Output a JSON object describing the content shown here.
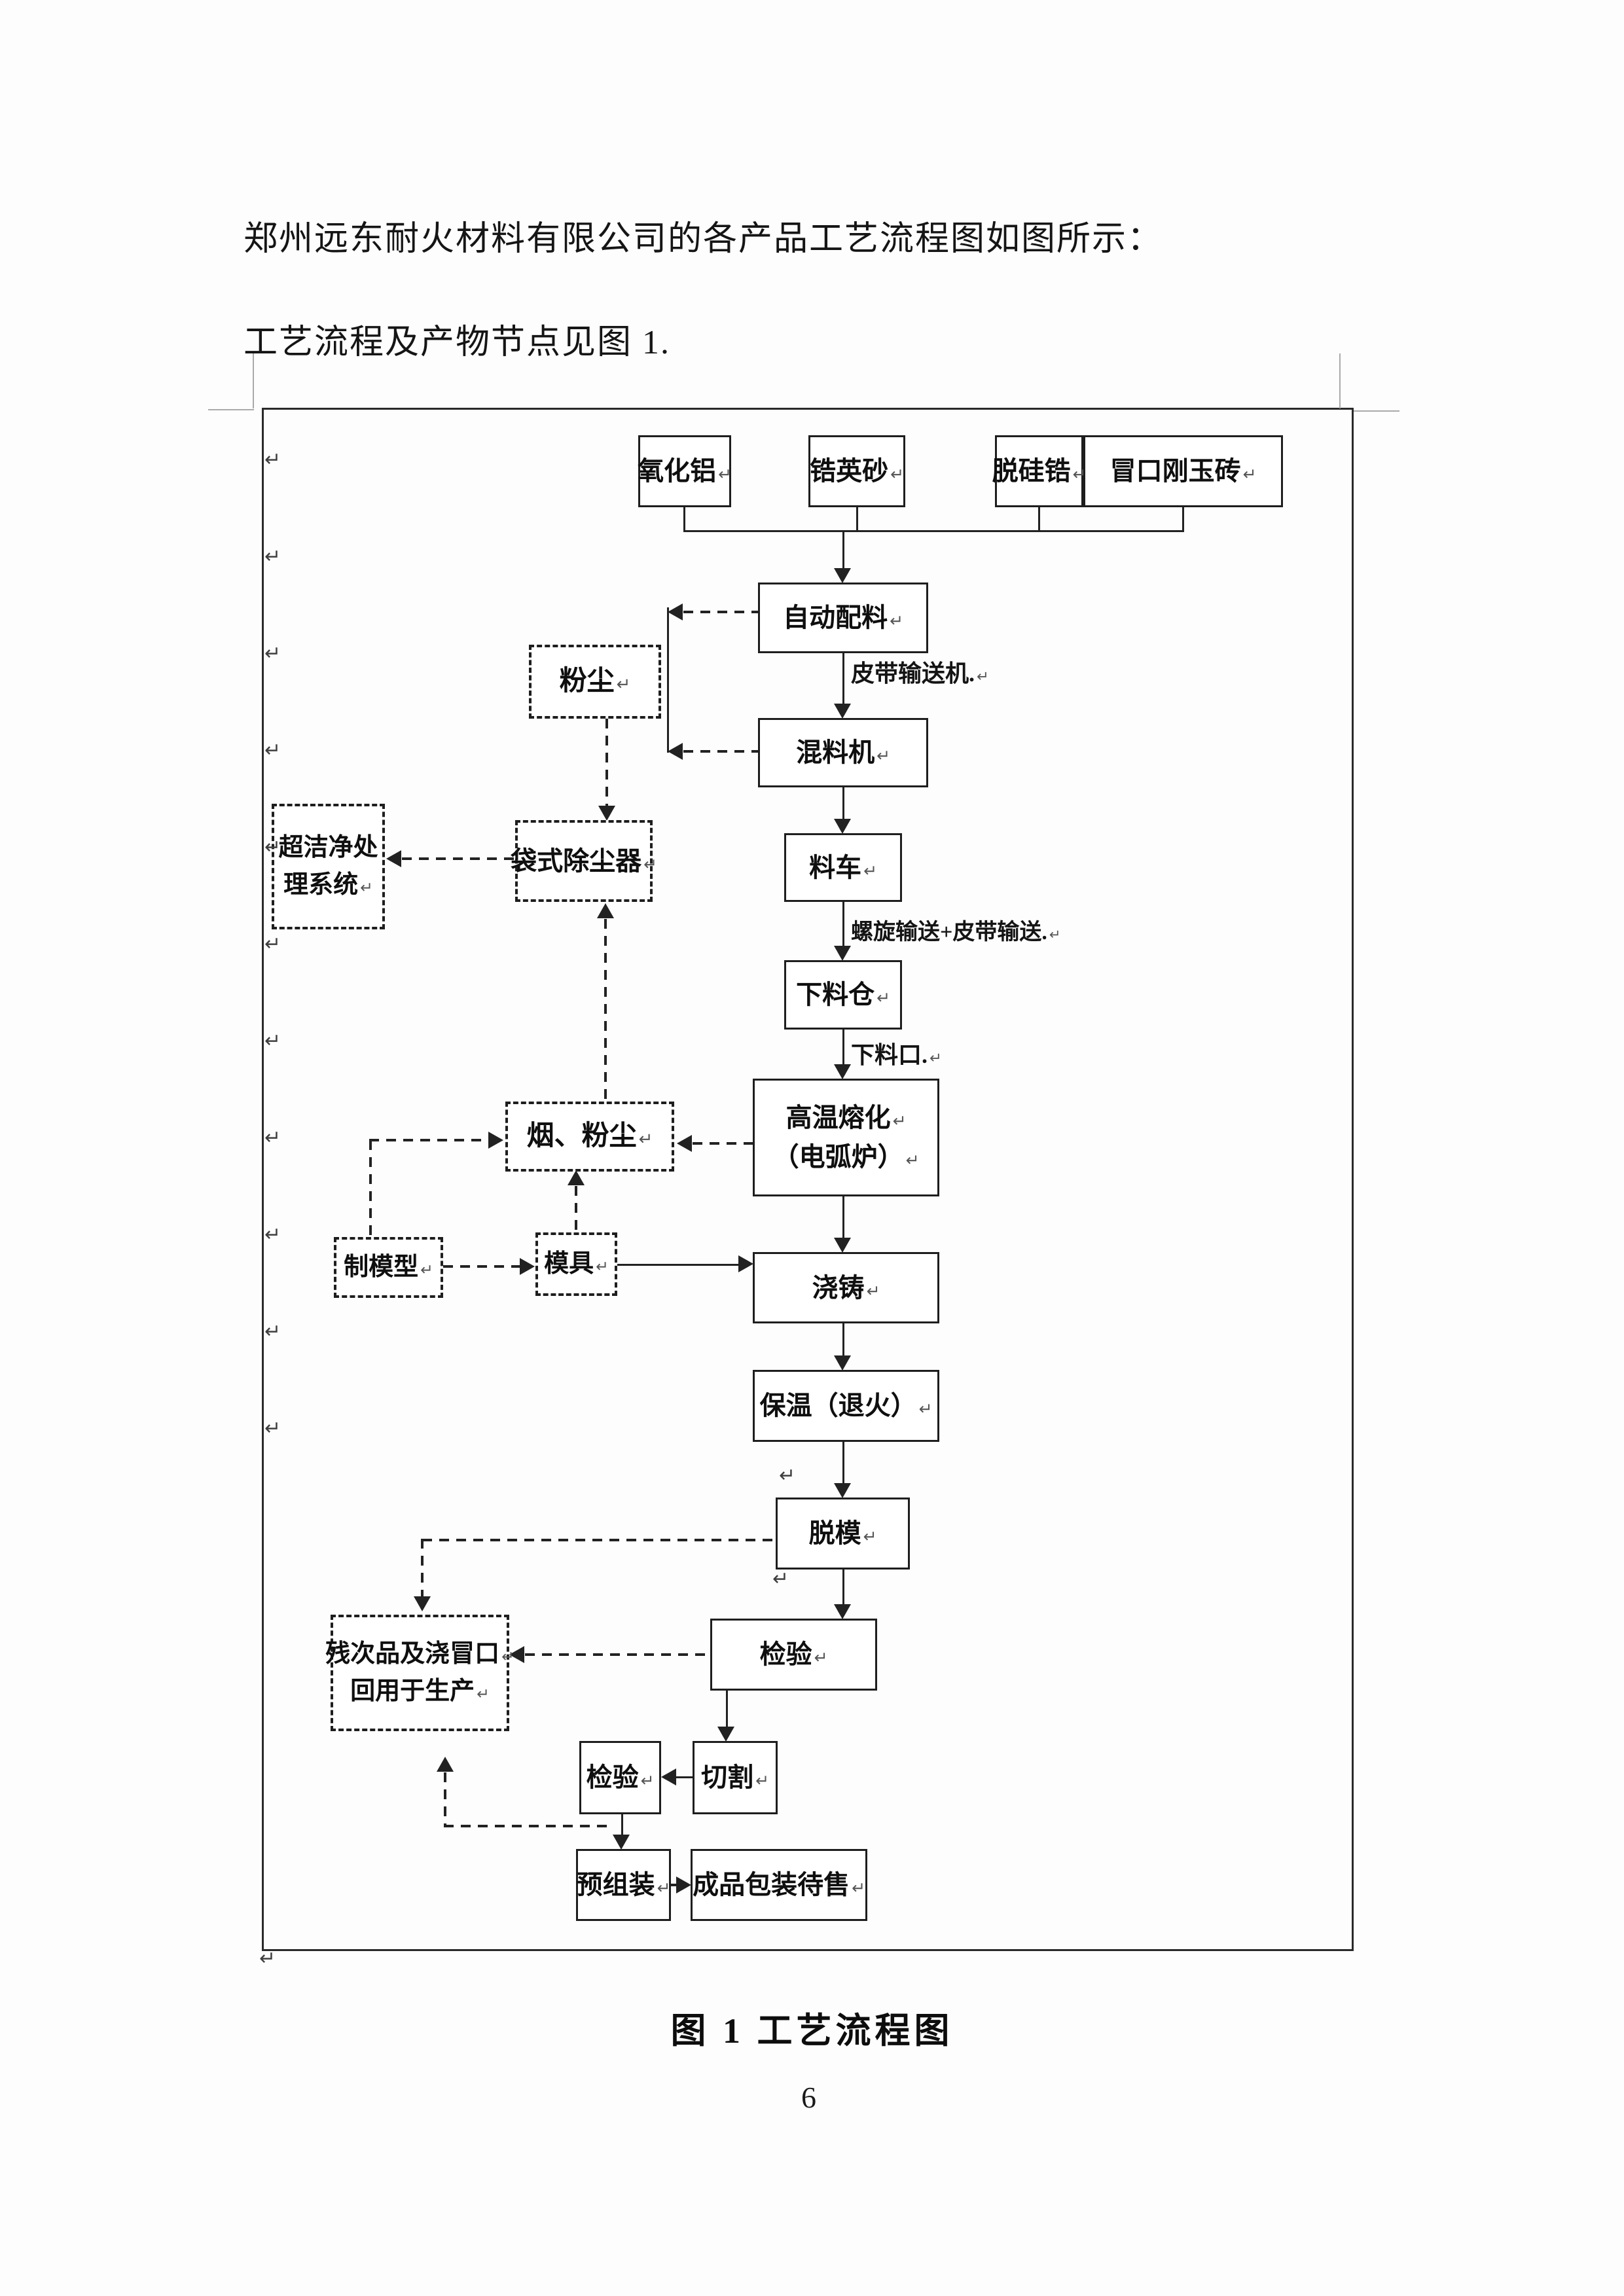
{
  "page": {
    "header_line1": "郑州远东耐火材料有限公司的各产品工艺流程图如图所示：",
    "header_line2": "工艺流程及产物节点见图 1.",
    "caption": "图 1 工艺流程图",
    "page_number": "6",
    "pilcrow": "↵"
  },
  "flowchart": {
    "nodes": [
      {
        "id": "material-alumina",
        "dashed": false,
        "bold": false,
        "lines": [
          {
            "text": "氧化铝",
            "mark": true
          }
        ]
      },
      {
        "id": "material-zircon-sand",
        "dashed": false,
        "bold": false,
        "lines": [
          {
            "text": "锆英砂",
            "mark": true
          }
        ]
      },
      {
        "id": "material-desilicated-zircon",
        "dashed": false,
        "bold": false,
        "lines": [
          {
            "text": "脱硅锆",
            "mark": true
          }
        ]
      },
      {
        "id": "material-riser-corundum-brick",
        "dashed": false,
        "bold": false,
        "lines": [
          {
            "text": "冒口刚玉砖",
            "mark": true
          }
        ]
      },
      {
        "id": "auto-batching",
        "dashed": false,
        "bold": false,
        "lines": [
          {
            "text": "自动配料",
            "mark": true
          }
        ]
      },
      {
        "id": "mixer",
        "dashed": false,
        "bold": false,
        "lines": [
          {
            "text": "混料机",
            "mark": true
          }
        ]
      },
      {
        "id": "material-cart",
        "dashed": false,
        "bold": false,
        "lines": [
          {
            "text": "料车",
            "mark": true
          }
        ]
      },
      {
        "id": "feed-bin",
        "dashed": false,
        "bold": false,
        "lines": [
          {
            "text": "下料仓",
            "mark": true
          }
        ]
      },
      {
        "id": "high-temp-melting-arc-furnace",
        "dashed": false,
        "bold": false,
        "lines": [
          {
            "text": "高温熔化",
            "mark": true
          },
          {
            "text": "（电弧炉）",
            "mark": true
          }
        ]
      },
      {
        "id": "casting",
        "dashed": false,
        "bold": false,
        "lines": [
          {
            "text": "浇铸",
            "mark": true
          }
        ]
      },
      {
        "id": "holding-annealing",
        "dashed": false,
        "bold": false,
        "lines": [
          {
            "text": "保温（退火）",
            "mark": true
          }
        ]
      },
      {
        "id": "demolding",
        "dashed": false,
        "bold": false,
        "lines": [
          {
            "text": "脱模",
            "mark": true
          }
        ]
      },
      {
        "id": "inspection-1",
        "dashed": false,
        "bold": false,
        "lines": [
          {
            "text": "检验",
            "mark": true
          }
        ]
      },
      {
        "id": "cutting",
        "dashed": false,
        "bold": false,
        "lines": [
          {
            "text": "切割",
            "mark": true
          }
        ]
      },
      {
        "id": "inspection-2",
        "dashed": false,
        "bold": false,
        "lines": [
          {
            "text": "检验",
            "mark": true
          }
        ]
      },
      {
        "id": "pre-assembly",
        "dashed": false,
        "bold": false,
        "lines": [
          {
            "text": "预组装",
            "mark": true
          }
        ]
      },
      {
        "id": "finished-packaging",
        "dashed": false,
        "bold": false,
        "lines": [
          {
            "text": "成品包装待售",
            "mark": true
          }
        ]
      },
      {
        "id": "dust",
        "dashed": true,
        "bold": true,
        "lines": [
          {
            "text": "粉尘",
            "mark": true
          }
        ]
      },
      {
        "id": "bag-dust-collector",
        "dashed": true,
        "bold": true,
        "lines": [
          {
            "text": "袋式除尘器",
            "mark": true
          }
        ]
      },
      {
        "id": "ultra-clean-treatment-system",
        "dashed": true,
        "bold": false,
        "lines": [
          {
            "text": "超洁净处",
            "mark": false
          },
          {
            "text": "理系统",
            "mark": true
          }
        ]
      },
      {
        "id": "smoke-dust",
        "dashed": true,
        "bold": true,
        "lines": [
          {
            "text": "烟、粉尘",
            "mark": true
          }
        ]
      },
      {
        "id": "pattern-making",
        "dashed": true,
        "bold": true,
        "lines": [
          {
            "text": "制模型",
            "mark": true
          }
        ]
      },
      {
        "id": "mold",
        "dashed": true,
        "bold": true,
        "lines": [
          {
            "text": "模具",
            "mark": true
          }
        ]
      },
      {
        "id": "rejects-recycled",
        "dashed": true,
        "bold": false,
        "lines": [
          {
            "text": "残次品及浇冒口",
            "mark": true
          },
          {
            "text": "回用于生产",
            "mark": true
          }
        ]
      }
    ],
    "edge_labels": [
      {
        "id": "belt-conveyor-label",
        "text": "皮带输送机.",
        "mark": true
      },
      {
        "id": "screw-belt-conveyor-label",
        "text": "螺旋输送+皮带输送.",
        "mark": true
      },
      {
        "id": "feed-opening-label",
        "text": "下料口.",
        "mark": true
      }
    ]
  }
}
